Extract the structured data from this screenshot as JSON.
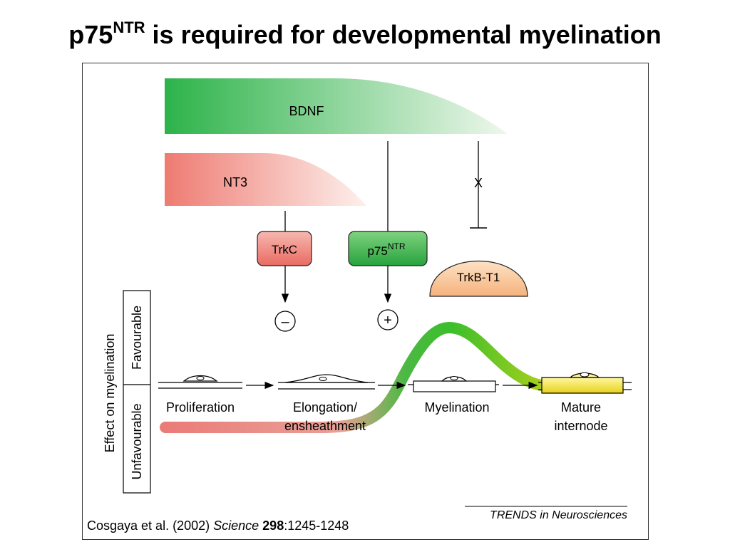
{
  "title": {
    "main": "p75",
    "sup": "NTR",
    "rest": " is required for developmental myelination"
  },
  "factors": {
    "bdnf": {
      "label": "BDNF",
      "color": "#2db34a"
    },
    "nt3": {
      "label": "NT3",
      "color": "#ee7b72"
    }
  },
  "receptors": {
    "trkc": {
      "label": "TrkC"
    },
    "p75": {
      "label": "p75",
      "sup": "NTR"
    },
    "trkb": {
      "label": "TrkB-T1"
    }
  },
  "effects": {
    "minus": "–",
    "plus": "+",
    "block": "X"
  },
  "axis": {
    "label": "Effect on myelination",
    "favourable": "Favourable",
    "unfavourable": "Unfavourable"
  },
  "stages": {
    "proliferation": "Proliferation",
    "elongation_1": "Elongation/",
    "elongation_2": "ensheathment",
    "myelination": "Myelination",
    "mature_1": "Mature",
    "mature_2": "internode"
  },
  "credit": {
    "journal": "TRENDS in Neurosciences",
    "authors": "Cosgaya et al. (2002) ",
    "source": "Science",
    "volume": "298",
    "pages": ":1245-1248"
  }
}
